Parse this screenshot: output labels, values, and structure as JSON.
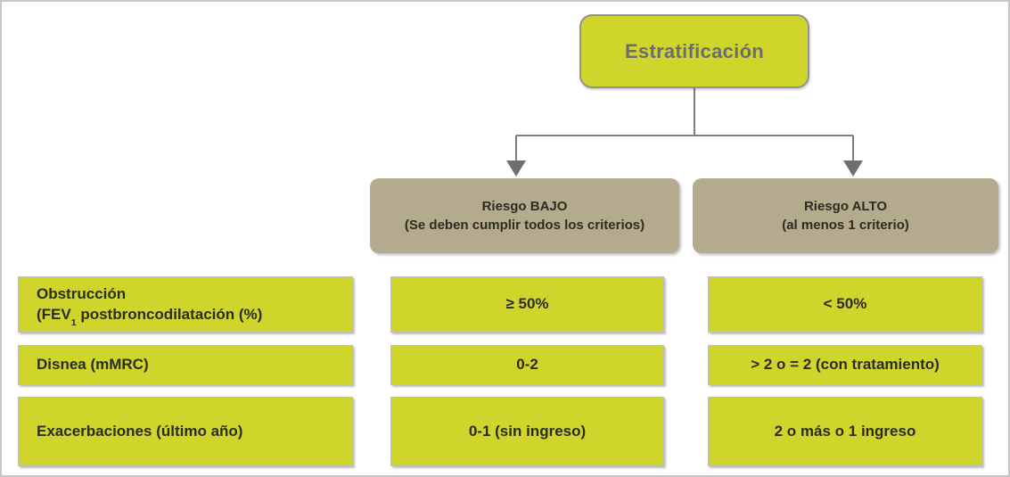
{
  "colors": {
    "page_bg": "#ffffff",
    "frame_border": "#c6c6c6",
    "accent_yellow": "#cfd52b",
    "accent_tan": "#b4ab8e",
    "connector_gray": "#7d7d7d",
    "title_text": "#6c6d70",
    "dark_text": "#2d2c20"
  },
  "title": {
    "label": "Estratificación"
  },
  "branches": {
    "low": {
      "line1": "Riesgo BAJO",
      "line2": "(Se deben cumplir todos los criterios)"
    },
    "high": {
      "line1": "Riesgo ALTO",
      "line2": "(al menos 1 criterio)"
    }
  },
  "criteria": {
    "rows": [
      {
        "label_line1": "Obstrucción",
        "label_line2_pre": "(FEV",
        "label_line2_sub": "1",
        "label_line2_post": " postbroncodilatación (%)",
        "low": "≥ 50%",
        "high": "< 50%"
      },
      {
        "label_line1": "Disnea (mMRC)",
        "low": "0-2",
        "high": "> 2 o = 2 (con tratamiento)"
      },
      {
        "label_line1": "Exacerbaciones (último año)",
        "low": "0-1 (sin ingreso)",
        "high": "2 o más o 1 ingreso"
      }
    ]
  }
}
